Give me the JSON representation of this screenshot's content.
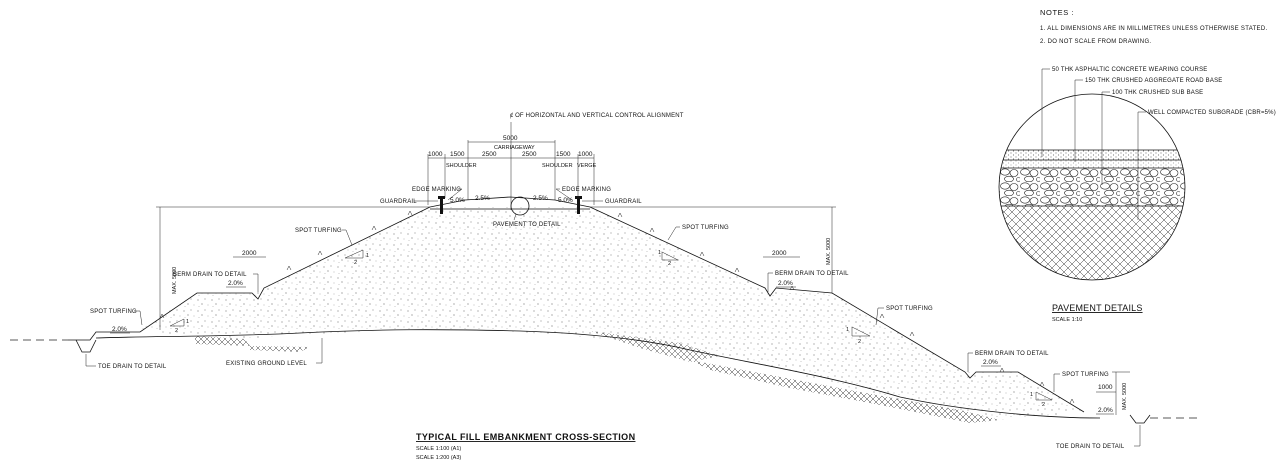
{
  "notes": {
    "heading": "NOTES :",
    "items": [
      "1. ALL DIMENSIONS ARE IN MILLIMETRES UNLESS OTHERWISE STATED.",
      "2. DO NOT SCALE FROM DRAWING."
    ]
  },
  "pavement_details": {
    "title": "PAVEMENT DETAILS",
    "scale": "SCALE  1:10",
    "layers": [
      "50 THK ASPHALTIC CONCRETE WEARING COURSE",
      "150 THK CRUSHED AGGREGATE ROAD BASE",
      "100 THK CRUSHED SUB BASE",
      "WELL COMPACTED SUBGRADE (CBR=5%)"
    ]
  },
  "section": {
    "title": "TYPICAL FILL EMBANKMENT CROSS-SECTION",
    "scale_a1": "SCALE  1:100  (A1)",
    "scale_a3": "SCALE  1:200  (A3)",
    "alignment": "ȼ OF HORIZONTAL AND VERTICAL CONTROL ALIGNMENT",
    "dim_total": "5000",
    "carriageway": "CARRIAGEWAY",
    "dim_left_verge": "1000",
    "dim_left_shoulder": "1500",
    "dim_left_lane": "2500",
    "dim_right_lane": "2500",
    "dim_right_shoulder": "1500",
    "dim_right_verge": "1000",
    "shoulder_left": "SHOULDER",
    "shoulder_right": "SHOULDER",
    "verge_right": "VERGE",
    "edge_marking_left": "EDGE MARKING",
    "edge_marking_right": "EDGE MARKING",
    "guardrail_left": "GUARDRAIL",
    "guardrail_right": "GUARDRAIL",
    "slope_5_left": "5.0%",
    "slope_25_left": "2.5%",
    "slope_25_right": "2.5%",
    "slope_5_right": "5.0%",
    "pavement_to_detail": "PAVEMENT TO DETAIL",
    "max_5000": "MAX. 5000",
    "spot_turfing": "SPOT TURFING",
    "berm_drain": "BERM DRAIN TO DETAIL",
    "dim_2000": "2000",
    "slope_20": "2.0%",
    "ratio_1": "1",
    "ratio_2": "2",
    "toe_drain": "TOE DRAIN TO DETAIL",
    "existing_ground": "EXISTING GROUND LEVEL",
    "dim_1000": "1000"
  }
}
